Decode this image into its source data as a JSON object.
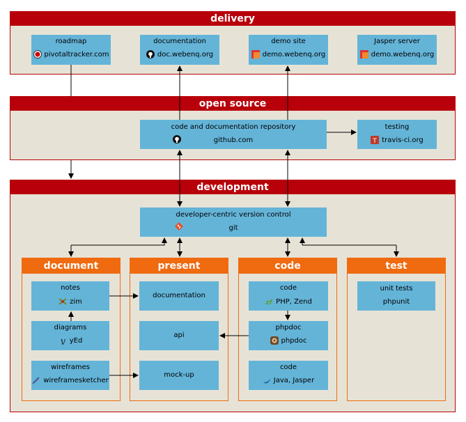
{
  "delivery": {
    "title": "delivery",
    "roadmap": {
      "label": "roadmap",
      "value": "pivotaltracker.com"
    },
    "documentation": {
      "label": "documentation",
      "value": "doc.webenq.org"
    },
    "demo": {
      "label": "demo site",
      "value": "demo.webenq.org"
    },
    "jasper": {
      "label": "Jasper server",
      "value": "demo.webenq.org"
    }
  },
  "open_source": {
    "title": "open source",
    "repo": {
      "label": "code and documentation repository",
      "value": "github.com"
    },
    "testing": {
      "label": "testing",
      "value": "travis-ci.org"
    }
  },
  "development": {
    "title": "development",
    "vcs": {
      "label": "developer-centric version control",
      "value": "git"
    },
    "document": {
      "title": "document",
      "notes": {
        "label": "notes",
        "value": "zim"
      },
      "diagrams": {
        "label": "diagrams",
        "value": "yEd"
      },
      "wireframes": {
        "label": "wireframes",
        "value": "wireframesketcher"
      }
    },
    "present": {
      "title": "present",
      "documentation": {
        "label": "documentation"
      },
      "api": {
        "label": "api"
      },
      "mockup": {
        "label": "mock-up"
      }
    },
    "code": {
      "title": "code",
      "php": {
        "label": "code",
        "value": "PHP, Zend"
      },
      "phpdoc": {
        "label": "phpdoc",
        "value": "phpdoc"
      },
      "java": {
        "label": "code",
        "value": "Java, Jasper"
      }
    },
    "test": {
      "title": "test",
      "unit": {
        "label": "unit tests",
        "value": "phpunit"
      }
    }
  },
  "colors": {
    "section_red": "#b8000a",
    "sub_orange": "#f06a10",
    "box_blue": "#64b4d8",
    "panel": "#e6e3d6"
  }
}
